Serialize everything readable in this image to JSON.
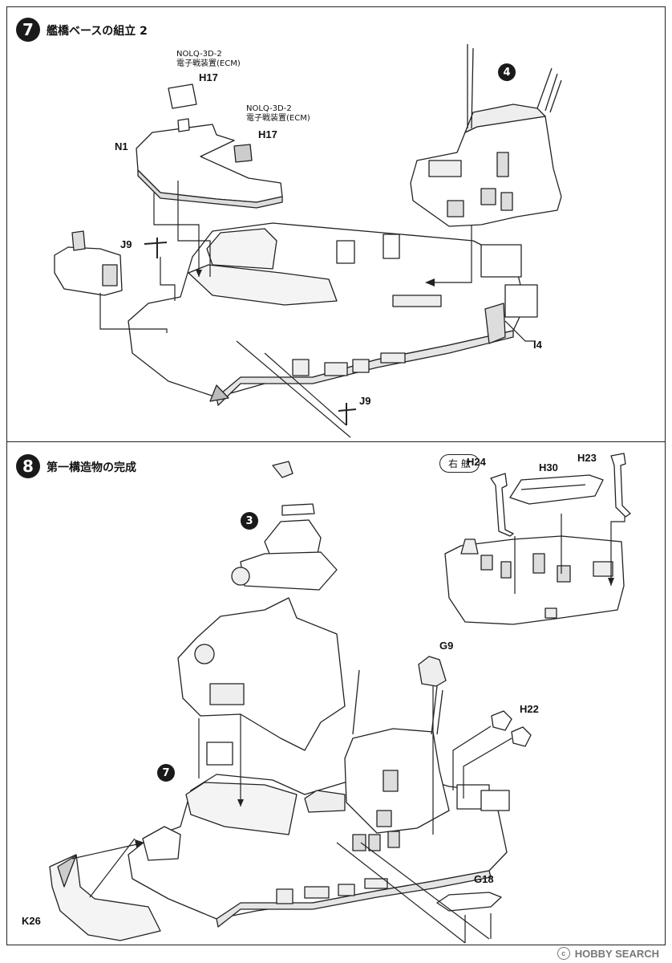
{
  "step7": {
    "number": "7",
    "title": "艦橋ベースの組立 2",
    "ref_step": "4",
    "parts": {
      "n1": "N1",
      "h17_a": "H17",
      "h17_b": "H17",
      "j9_a": "J9",
      "j9_b": "J9",
      "i4": "I4"
    },
    "notes": {
      "h17_a_line1": "NOLQ-3D-2",
      "h17_a_line2": "電子戦装置(ECM)",
      "h17_b_line1": "NOLQ-3D-2",
      "h17_b_line2": "電子戦装置(ECM)"
    }
  },
  "step8": {
    "number": "8",
    "title": "第一構造物の完成",
    "ref_step_a": "3",
    "ref_step_b": "7",
    "side_tag": "右 舷",
    "parts": {
      "h24": "H24",
      "h30": "H30",
      "h23": "H23",
      "g9": "G9",
      "h22": "H22",
      "g18": "G18",
      "k26": "K26"
    }
  },
  "footer": {
    "copyright_mark": "c",
    "brand": "HOBBY SEARCH"
  }
}
